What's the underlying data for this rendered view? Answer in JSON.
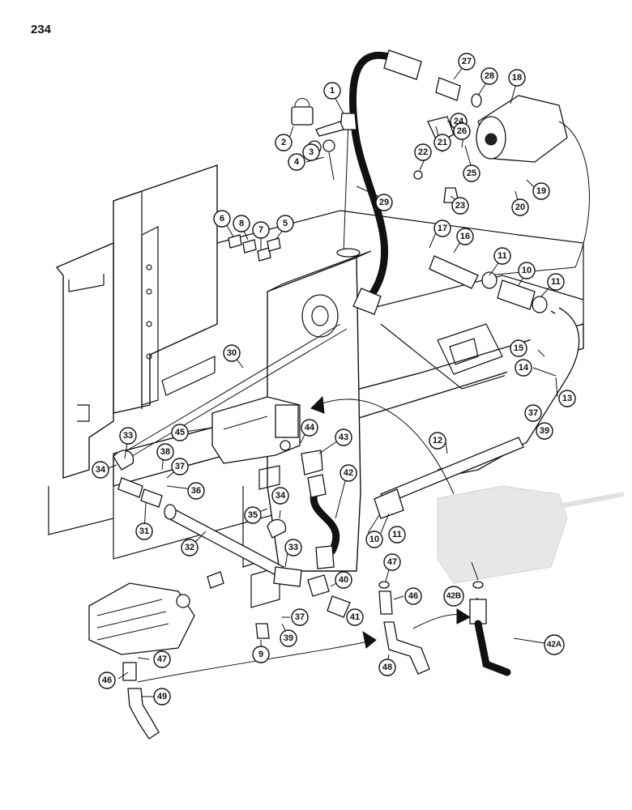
{
  "page": {
    "number": "234"
  },
  "callouts": [
    {
      "id": "c1",
      "label": "1"
    },
    {
      "id": "c2",
      "label": "2"
    },
    {
      "id": "c3",
      "label": "3"
    },
    {
      "id": "c4",
      "label": "4"
    },
    {
      "id": "c5",
      "label": "5"
    },
    {
      "id": "c6",
      "label": "6"
    },
    {
      "id": "c7",
      "label": "7"
    },
    {
      "id": "c8",
      "label": "8"
    },
    {
      "id": "c9",
      "label": "9"
    },
    {
      "id": "c10a",
      "label": "10"
    },
    {
      "id": "c10b",
      "label": "10"
    },
    {
      "id": "c11a",
      "label": "11"
    },
    {
      "id": "c11b",
      "label": "11"
    },
    {
      "id": "c11c",
      "label": "11"
    },
    {
      "id": "c12",
      "label": "12"
    },
    {
      "id": "c13",
      "label": "13"
    },
    {
      "id": "c14",
      "label": "14"
    },
    {
      "id": "c15",
      "label": "15"
    },
    {
      "id": "c16",
      "label": "16"
    },
    {
      "id": "c17",
      "label": "17"
    },
    {
      "id": "c18",
      "label": "18"
    },
    {
      "id": "c19",
      "label": "19"
    },
    {
      "id": "c20",
      "label": "20"
    },
    {
      "id": "c21",
      "label": "21"
    },
    {
      "id": "c22",
      "label": "22"
    },
    {
      "id": "c23",
      "label": "23"
    },
    {
      "id": "c24",
      "label": "24"
    },
    {
      "id": "c25",
      "label": "25"
    },
    {
      "id": "c26",
      "label": "26"
    },
    {
      "id": "c27",
      "label": "27"
    },
    {
      "id": "c28",
      "label": "28"
    },
    {
      "id": "c29",
      "label": "29"
    },
    {
      "id": "c30",
      "label": "30"
    },
    {
      "id": "c31",
      "label": "31"
    },
    {
      "id": "c32",
      "label": "32"
    },
    {
      "id": "c33a",
      "label": "33"
    },
    {
      "id": "c33b",
      "label": "33"
    },
    {
      "id": "c34a",
      "label": "34"
    },
    {
      "id": "c34b",
      "label": "34"
    },
    {
      "id": "c35",
      "label": "35"
    },
    {
      "id": "c36",
      "label": "36"
    },
    {
      "id": "c37a",
      "label": "37"
    },
    {
      "id": "c37b",
      "label": "37"
    },
    {
      "id": "c37c",
      "label": "37"
    },
    {
      "id": "c38",
      "label": "38"
    },
    {
      "id": "c39a",
      "label": "39"
    },
    {
      "id": "c39b",
      "label": "39"
    },
    {
      "id": "c40",
      "label": "40"
    },
    {
      "id": "c41",
      "label": "41"
    },
    {
      "id": "c42",
      "label": "42"
    },
    {
      "id": "c42a",
      "label": "42A"
    },
    {
      "id": "c42b",
      "label": "42B"
    },
    {
      "id": "c43",
      "label": "43"
    },
    {
      "id": "c44",
      "label": "44"
    },
    {
      "id": "c45",
      "label": "45"
    },
    {
      "id": "c46a",
      "label": "46"
    },
    {
      "id": "c46b",
      "label": "46"
    },
    {
      "id": "c47a",
      "label": "47"
    },
    {
      "id": "c47b",
      "label": "47"
    },
    {
      "id": "c48",
      "label": "48"
    },
    {
      "id": "c49",
      "label": "49"
    }
  ]
}
